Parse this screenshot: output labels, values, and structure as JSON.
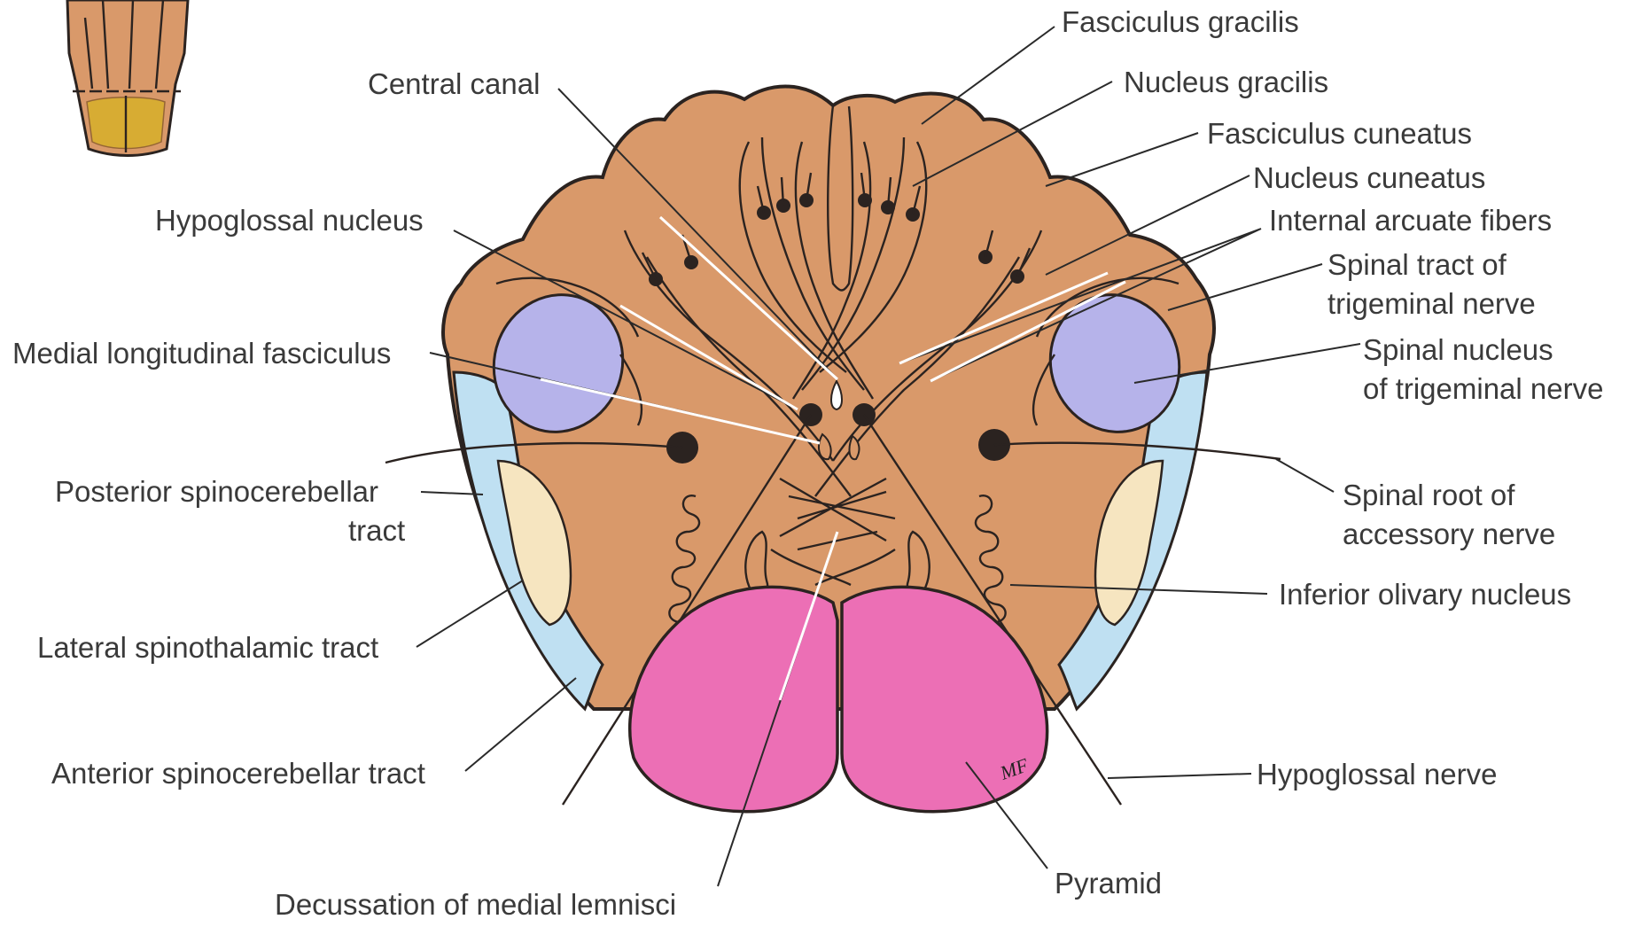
{
  "labels": {
    "fasciculus_gracilis": "Fasciculus gracilis",
    "nucleus_gracilis": "Nucleus gracilis",
    "central_canal": "Central canal",
    "fasciculus_cuneatus": "Fasciculus cuneatus",
    "nucleus_cuneatus": "Nucleus cuneatus",
    "hypoglossal_nucleus": "Hypoglossal nucleus",
    "internal_arcuate_fibers": "Internal arcuate fibers",
    "spinal_tract_trigeminal_1": "Spinal tract of",
    "spinal_tract_trigeminal_2": "trigeminal nerve",
    "medial_longitudinal_fasciculus": "Medial longitudinal fasciculus",
    "spinal_nucleus_trigeminal_1": "Spinal nucleus",
    "spinal_nucleus_trigeminal_2": "of trigeminal nerve",
    "posterior_spinocerebellar_1": "Posterior spinocerebellar",
    "posterior_spinocerebellar_2": "tract",
    "spinal_root_accessory_1": "Spinal root of",
    "spinal_root_accessory_2": "accessory nerve",
    "inferior_olivary_nucleus": "Inferior olivary nucleus",
    "lateral_spinothalamic": "Lateral spinothalamic tract",
    "anterior_spinocerebellar": "Anterior spinocerebellar tract",
    "hypoglossal_nerve": "Hypoglossal nerve",
    "pyramid": "Pyramid",
    "decussation_medial_lemnisci": "Decussation of medial lemnisci"
  },
  "signature": "MF",
  "colors": {
    "tissue": "#d9996a",
    "outline": "#2b2320",
    "spinal_trigeminal_nucleus": "#b6b3ea",
    "spinocerebellar_tracts": "#bfe0f2",
    "spinothalamic_tract": "#f6e5c0",
    "pyramids": "#ec6fb5",
    "inset_speckle": "#d7b02a"
  }
}
